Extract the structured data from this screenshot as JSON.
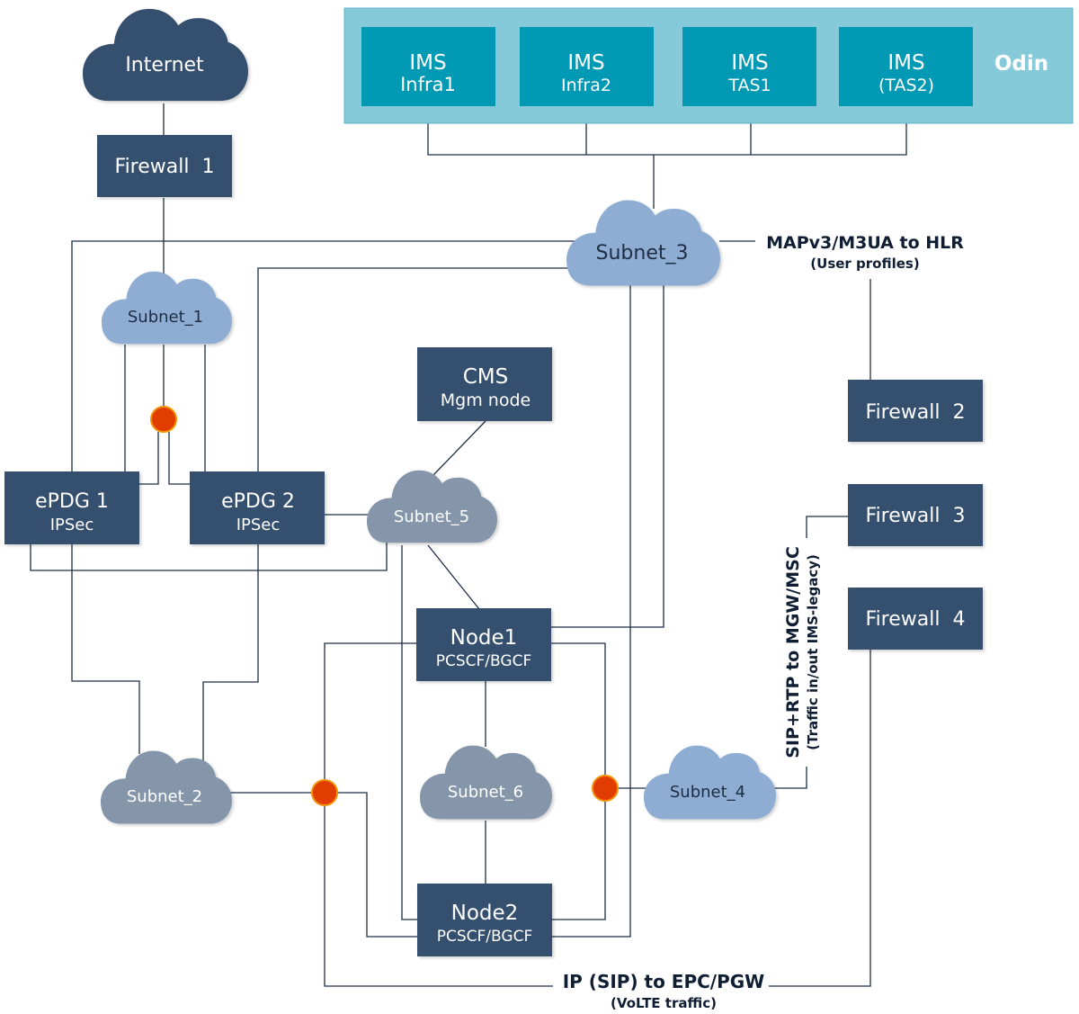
{
  "colors": {
    "box": "#364f6e",
    "ims_box": "#0299b4",
    "odin_bg": "#86cada",
    "cloud_light": "#8fadd3",
    "cloud_gray": "#8596ab",
    "junction": "#e23d00",
    "line": "#1d2e44"
  },
  "odin": {
    "label": "Odin",
    "servers": [
      {
        "line1": "IMS",
        "line2": "Infra1"
      },
      {
        "line1": "IMS",
        "line2": "Infra2"
      },
      {
        "line1": "IMS",
        "line2": "TAS1"
      },
      {
        "line1": "IMS",
        "line2": "(TAS2)"
      }
    ]
  },
  "clouds": {
    "internet": "Internet",
    "subnet_1": "Subnet_1",
    "subnet_2": "Subnet_2",
    "subnet_3": "Subnet_3",
    "subnet_4": "Subnet_4",
    "subnet_5": "Subnet_5",
    "subnet_6": "Subnet_6"
  },
  "nodes": {
    "firewall_1": "Firewall  1",
    "firewall_2": "Firewall  2",
    "firewall_3": "Firewall  3",
    "firewall_4": "Firewall  4",
    "epdg_1": {
      "line1": "ePDG 1",
      "line2": "IPSec"
    },
    "epdg_2": {
      "line1": "ePDG 2",
      "line2": "IPSec"
    },
    "cms": {
      "line1": "CMS",
      "line2": "Mgm node"
    },
    "node_1": {
      "line1": "Node1",
      "line2": "PCSCF/BGCF"
    },
    "node_2": {
      "line1": "Node2",
      "line2": "PCSCF/BGCF"
    }
  },
  "labels": {
    "hlr": {
      "title": "MAPv3/M3UA to HLR",
      "sub": "(User profiles)"
    },
    "mgw": {
      "title": "SIP+RTP to MGW/MSC",
      "sub": "(Traffic in/out IMS-legacy)"
    },
    "epc": {
      "title": "IP (SIP) to EPC/PGW",
      "sub": "(VoLTE traffic)"
    }
  }
}
